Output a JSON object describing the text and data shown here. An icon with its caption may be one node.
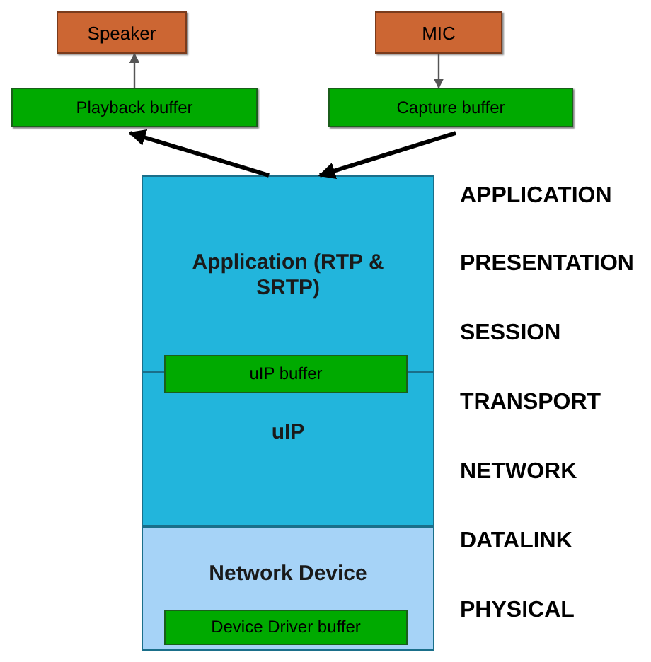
{
  "diagram": {
    "nodes": [
      {
        "text": [
          "Speaker"
        ]
      },
      {
        "text": [
          "MIC"
        ]
      },
      {
        "text": [
          "Playback buffer"
        ]
      },
      {
        "text": [
          "Capture buffer"
        ]
      },
      {
        "text": [
          "Application (RTP & SRTP)",
          "uIP"
        ]
      },
      {
        "text": [
          "uIP buffer"
        ],
        "in": 4
      },
      {
        "text": [
          "Network Device"
        ]
      },
      {
        "text": [
          "Device Driver buffer"
        ],
        "in": 6
      }
    ],
    "edges": [
      {
        "from": 2,
        "to": 0,
        "arrow": "to"
      },
      {
        "from": 1,
        "to": 3,
        "arrow": "to"
      },
      {
        "from": 4,
        "to": 2,
        "arrow": "to",
        "style": "thick"
      },
      {
        "from": 3,
        "to": 4,
        "arrow": "to",
        "style": "thick"
      }
    ],
    "labels": [
      "APPLICATION",
      "PRESENTATION",
      "SESSION",
      "TRANSPORT",
      "NETWORK",
      "DATALINK",
      "PHYSICAL"
    ]
  }
}
